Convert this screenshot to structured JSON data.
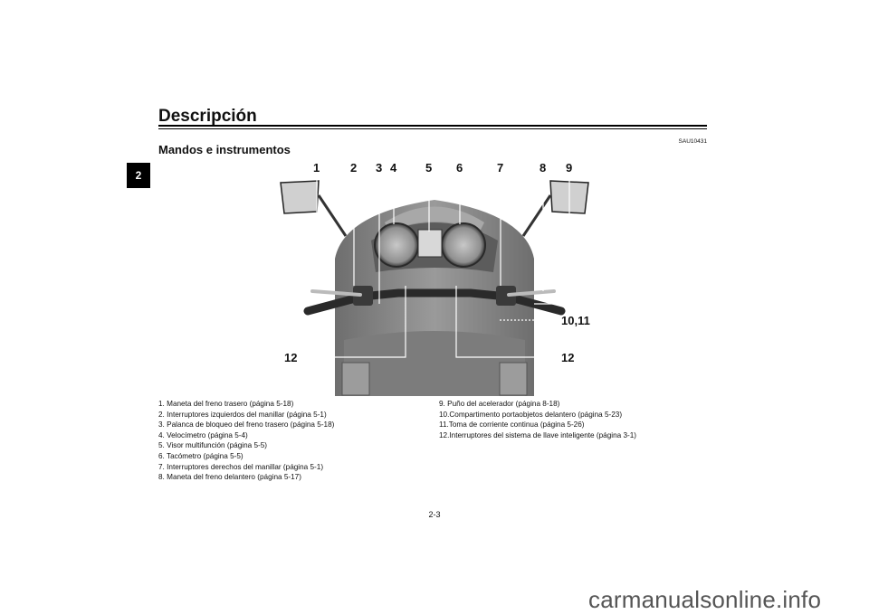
{
  "header": {
    "title": "Descripción",
    "section_tab": "2",
    "code": "SAU10431"
  },
  "section": {
    "subtitle": "Mandos e instrumentos"
  },
  "figure": {
    "callouts_top": [
      "1",
      "2",
      "3",
      "4",
      "5",
      "6",
      "7",
      "8",
      "9"
    ],
    "callout_right": "10,11",
    "callout_left_bottom": "12",
    "callout_right_bottom": "12"
  },
  "legend_left": [
    {
      "num": "1.",
      "text": "Maneta del freno trasero (página 5-18)"
    },
    {
      "num": "2.",
      "text": "Interruptores izquierdos del manillar (página 5-1)"
    },
    {
      "num": "3.",
      "text": "Palanca de bloqueo del freno trasero (página 5-18)"
    },
    {
      "num": "4.",
      "text": "Velocímetro (página 5-4)"
    },
    {
      "num": "5.",
      "text": "Visor multifunción (página 5-5)"
    },
    {
      "num": "6.",
      "text": "Tacómetro (página 5-5)"
    },
    {
      "num": "7.",
      "text": "Interruptores derechos del manillar (página 5-1)"
    },
    {
      "num": "8.",
      "text": "Maneta del freno delantero (página 5-17)"
    }
  ],
  "legend_right": [
    {
      "num": "9.",
      "text": "Puño del acelerador (página 8-18)"
    },
    {
      "num": "10.",
      "text": "Compartimento portaobjetos delantero (página 5-23)"
    },
    {
      "num": "11.",
      "text": "Toma de corriente continua (página 5-26)"
    },
    {
      "num": "12.",
      "text": "Interruptores del sistema de llave inteligente (página 3-1)"
    }
  ],
  "footer": {
    "page_number": "2-3",
    "watermark": "carmanualsonline.info"
  }
}
